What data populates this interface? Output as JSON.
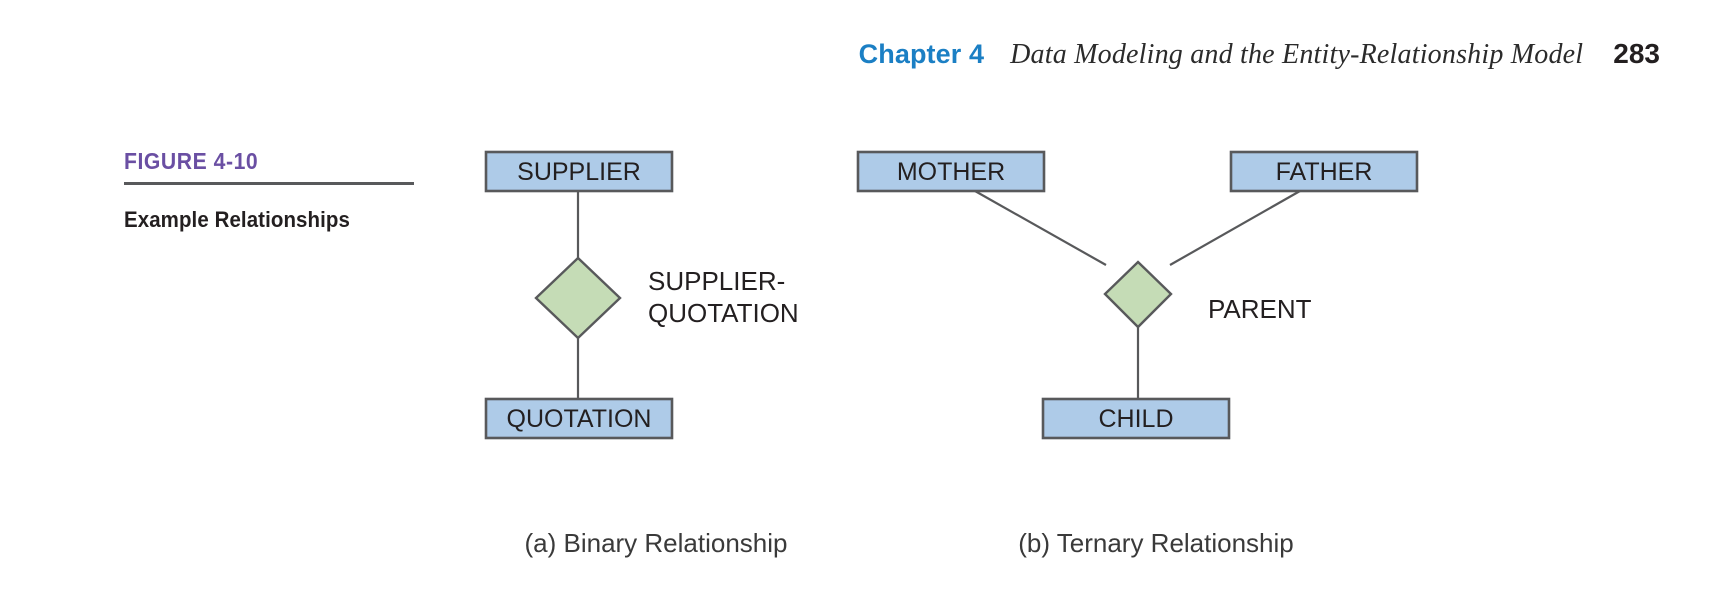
{
  "header": {
    "chapter": "Chapter 4",
    "title": "Data Modeling and the Entity-Relationship Model",
    "page_number": "283"
  },
  "figure": {
    "number": "FIGURE 4-10",
    "caption": "Example Relationships"
  },
  "colors": {
    "entity_fill": "#aecbe8",
    "entity_stroke": "#58595b",
    "relationship_fill": "#c5dcb6",
    "relationship_stroke": "#58595b",
    "connector_stroke": "#58595b",
    "chapter_blue": "#1b7fc4",
    "figure_purple": "#6a4fa3",
    "text_black": "#231f20"
  },
  "diagrams": [
    {
      "id": "binary",
      "caption": "(a) Binary Relationship",
      "entities": [
        {
          "name": "SUPPLIER",
          "shape": "rectangle"
        },
        {
          "name": "QUOTATION",
          "shape": "rectangle"
        }
      ],
      "relationships": [
        {
          "name": "SUPPLIER-QUOTATION",
          "label_lines": [
            "SUPPLIER-",
            "QUOTATION"
          ],
          "shape": "diamond",
          "degree": "binary"
        }
      ],
      "connectors": [
        {
          "from": "SUPPLIER",
          "to": "SUPPLIER-QUOTATION"
        },
        {
          "from": "SUPPLIER-QUOTATION",
          "to": "QUOTATION"
        }
      ]
    },
    {
      "id": "ternary",
      "caption": "(b) Ternary Relationship",
      "entities": [
        {
          "name": "MOTHER",
          "shape": "rectangle"
        },
        {
          "name": "FATHER",
          "shape": "rectangle"
        },
        {
          "name": "CHILD",
          "shape": "rectangle"
        }
      ],
      "relationships": [
        {
          "name": "PARENT",
          "label_lines": [
            "PARENT"
          ],
          "shape": "diamond",
          "degree": "ternary"
        }
      ],
      "connectors": [
        {
          "from": "MOTHER",
          "to": "PARENT"
        },
        {
          "from": "FATHER",
          "to": "PARENT"
        },
        {
          "from": "PARENT",
          "to": "CHILD"
        }
      ]
    }
  ]
}
